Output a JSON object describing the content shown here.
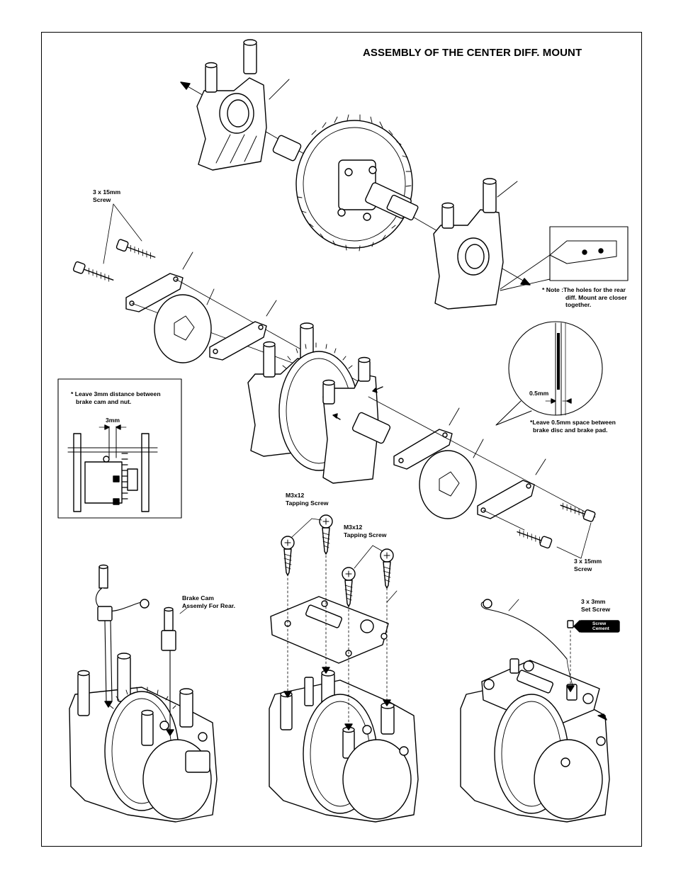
{
  "title": "ASSEMBLY OF THE CENTER DIFF. MOUNT",
  "labels": {
    "screw_top_left": [
      "3 x 15mm",
      "Screw"
    ],
    "note_rear": [
      "* Note :The holes for the rear",
      "diff. Mount are closer",
      "together."
    ],
    "dim_brake_disc": "0.5mm",
    "note_brake_disc": [
      "*Leave 0.5mm space between",
      "brake disc and brake pad."
    ],
    "note_brake_cam": [
      "* Leave 3mm distance between",
      "brake cam and nut."
    ],
    "dim_brake_cam": "3mm",
    "tapping_screw_1": [
      "M3x12",
      "Tapping Screw"
    ],
    "tapping_screw_2": [
      "M3x12",
      "Tapping Screw"
    ],
    "screw_bottom_right": [
      "3 x 15mm",
      "Screw"
    ],
    "brake_cam": [
      "Brake Cam",
      "Assemly For Rear."
    ],
    "set_screw": [
      "3 x 3mm",
      "Set Screw"
    ],
    "screw_cement": [
      "Screw",
      "Cement"
    ]
  }
}
